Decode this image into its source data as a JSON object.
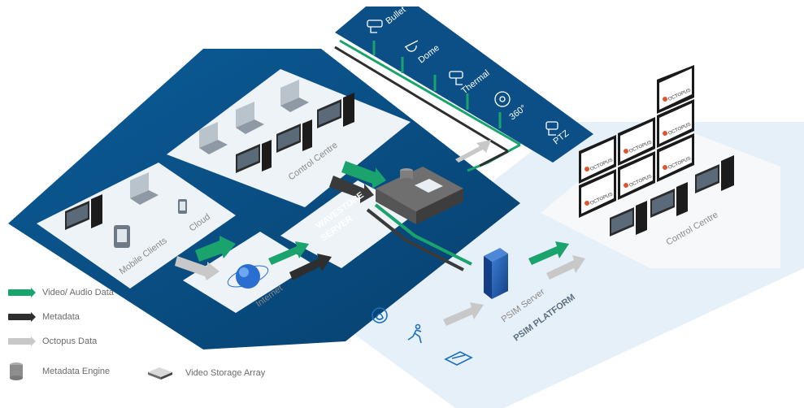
{
  "colors": {
    "video": "#1aa36d",
    "metadata": "#2e2e2e",
    "octopus": "#c8c8c8",
    "dark_platform": "#0a4f86",
    "light_platform": "#e7f1fa"
  },
  "cameras": {
    "bullet": "Bullet",
    "dome": "Dome",
    "thermal": "Thermal",
    "c360": "360°",
    "ptz": "PTZ"
  },
  "zones": {
    "control_centre_left": "Control Centre",
    "control_centre_right": "Control Centre",
    "cloud": "Cloud",
    "mobile_clients": "Mobile Clients",
    "internet": "Internet",
    "wavestore_line1": "WAVESTORE",
    "wavestore_line2": "SERVER",
    "psim_server": "PSIM Server",
    "psim_platform": "PSIM PLATFORM"
  },
  "video_wall": {
    "brand": "OCTOPUS"
  },
  "legend": {
    "video_audio": "Video/ Audio Data",
    "metadata": "Metadata",
    "octopus_data": "Octopus Data",
    "metadata_engine": "Metadata Engine",
    "video_storage_array": "Video Storage Array"
  },
  "icons": {
    "bullet": "bullet-camera-icon",
    "dome": "dome-camera-icon",
    "thermal": "thermal-camera-icon",
    "c360": "360-camera-icon",
    "ptz": "ptz-camera-icon",
    "fire": "fire-alarm-icon",
    "intruder": "running-person-icon",
    "access": "access-control-icon",
    "globe": "internet-globe-icon"
  }
}
